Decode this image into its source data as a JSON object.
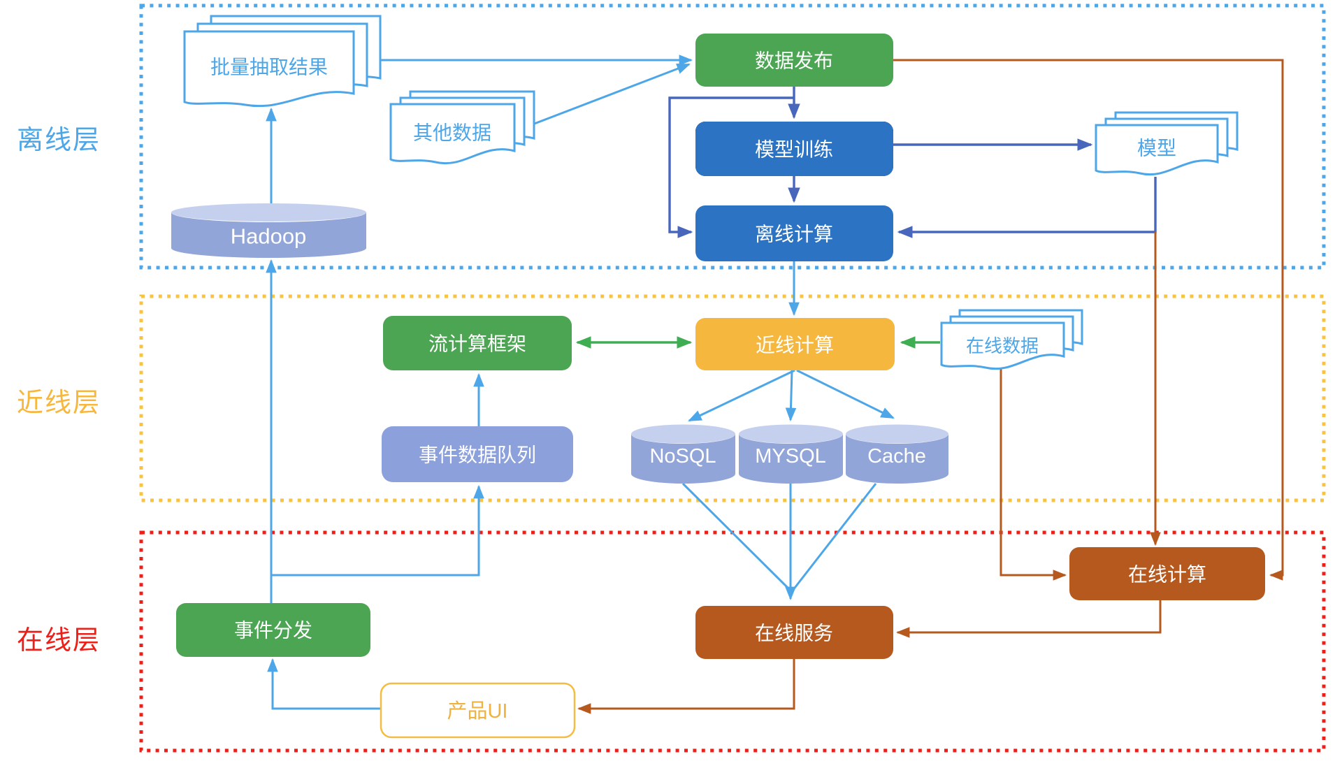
{
  "palette": {
    "light_blue": "#4da6e8",
    "indigo": "#4766bc",
    "green_box": "#4ca553",
    "green_arrow": "#3fae52",
    "amber": "#f5b73d",
    "amber_text": "#f0b23e",
    "amber_border": "#f3bc45",
    "brown": "#b5591f",
    "red": "#ed1f18",
    "yellow_border": "#f8c341",
    "yellow_text": "#f7b73d",
    "cyl_body": "#92a5d8",
    "cyl_top": "#c5cfee",
    "queue_fill": "#8ca0dc",
    "white": "#ffffff"
  },
  "layers": [
    {
      "id": "offline",
      "label": "离线层"
    },
    {
      "id": "nearline",
      "label": "近线层"
    },
    {
      "id": "online",
      "label": "在线层"
    }
  ],
  "nodes": {
    "batch_result_doc": {
      "label": "批量抽取结果",
      "type": "document-stack"
    },
    "other_data_doc": {
      "label": "其他数据",
      "type": "document-stack"
    },
    "data_publish": {
      "label": "数据发布",
      "type": "box",
      "color": "green"
    },
    "model_training": {
      "label": "模型训练",
      "type": "box",
      "color": "blue"
    },
    "offline_compute": {
      "label": "离线计算",
      "type": "box",
      "color": "blue"
    },
    "model_doc": {
      "label": "模型",
      "type": "document-stack"
    },
    "hadoop": {
      "label": "Hadoop",
      "type": "cylinder"
    },
    "stream_framework": {
      "label": "流计算框架",
      "type": "box",
      "color": "green"
    },
    "nearline_compute": {
      "label": "近线计算",
      "type": "box",
      "color": "amber"
    },
    "online_data_doc": {
      "label": "在线数据",
      "type": "document-stack"
    },
    "event_queue": {
      "label": "事件数据队列",
      "type": "box",
      "color": "slate"
    },
    "nosql": {
      "label": "NoSQL",
      "type": "cylinder"
    },
    "mysql": {
      "label": "MYSQL",
      "type": "cylinder"
    },
    "cache": {
      "label": "Cache",
      "type": "cylinder"
    },
    "online_compute": {
      "label": "在线计算",
      "type": "box",
      "color": "brown"
    },
    "online_service": {
      "label": "在线服务",
      "type": "box",
      "color": "brown"
    },
    "event_dispatch": {
      "label": "事件分发",
      "type": "box",
      "color": "green"
    },
    "product_ui": {
      "label": "产品UI",
      "type": "box",
      "color": "outline-amber"
    }
  },
  "edges": [
    {
      "from": "batch_result_doc",
      "to": "data_publish",
      "color": "light_blue"
    },
    {
      "from": "other_data_doc",
      "to": "data_publish",
      "color": "light_blue"
    },
    {
      "from": "hadoop",
      "to": "batch_result_doc",
      "color": "light_blue"
    },
    {
      "from": "event_dispatch",
      "to": "hadoop",
      "color": "light_blue"
    },
    {
      "from": "event_dispatch",
      "to": "event_queue",
      "color": "light_blue"
    },
    {
      "from": "event_queue",
      "to": "stream_framework",
      "color": "light_blue"
    },
    {
      "from": "offline_compute",
      "to": "nearline_compute",
      "color": "light_blue"
    },
    {
      "from": "nearline_compute",
      "to": "nosql",
      "color": "light_blue"
    },
    {
      "from": "nearline_compute",
      "to": "mysql",
      "color": "light_blue"
    },
    {
      "from": "nearline_compute",
      "to": "cache",
      "color": "light_blue"
    },
    {
      "from": "nosql",
      "to": "online_service",
      "color": "light_blue"
    },
    {
      "from": "mysql",
      "to": "online_service",
      "color": "light_blue"
    },
    {
      "from": "cache",
      "to": "online_service",
      "color": "light_blue"
    },
    {
      "from": "product_ui",
      "to": "event_dispatch",
      "color": "light_blue"
    },
    {
      "from": "data_publish",
      "to": "model_training",
      "color": "indigo"
    },
    {
      "from": "data_publish",
      "to": "offline_compute",
      "color": "indigo"
    },
    {
      "from": "model_training",
      "to": "offline_compute",
      "color": "indigo"
    },
    {
      "from": "model_training",
      "to": "model_doc",
      "color": "indigo"
    },
    {
      "from": "model_doc",
      "to": "offline_compute",
      "color": "indigo"
    },
    {
      "from": "stream_framework",
      "to": "nearline_compute",
      "color": "green_arrow",
      "bidirectional": true
    },
    {
      "from": "online_data_doc",
      "to": "nearline_compute",
      "color": "green_arrow"
    },
    {
      "from": "data_publish",
      "to": "online_compute",
      "color": "brown"
    },
    {
      "from": "model_doc",
      "to": "online_compute",
      "color": "brown"
    },
    {
      "from": "online_data_doc",
      "to": "online_compute",
      "color": "brown"
    },
    {
      "from": "online_compute",
      "to": "online_service",
      "color": "brown"
    },
    {
      "from": "online_service",
      "to": "product_ui",
      "color": "brown"
    }
  ]
}
